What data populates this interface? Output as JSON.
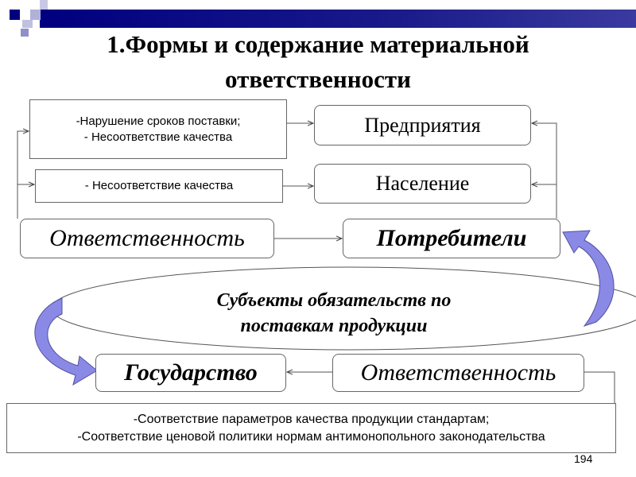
{
  "title": {
    "line1": "1.Формы и содержание материальной",
    "line2": "ответственности"
  },
  "boxes": {
    "violations_enterprises": {
      "line1": "-Нарушение сроков поставки;",
      "line2": "- Несоответствие качества"
    },
    "violations_population": "- Несоответствие качества",
    "enterprises": "Предприятия",
    "population": "Население",
    "responsibility_top": "Ответственность",
    "consumers": "Потребители",
    "subjects": {
      "line1": "Субъекты обязательств по",
      "line2": "поставкам продукции"
    },
    "state": "Государство",
    "responsibility_bottom": "Ответственность",
    "compliance": {
      "line1": "-Соответствие параметров качества продукции стандартам;",
      "line2": "-Соответствие ценовой политики нормам антимонопольного законодательства"
    }
  },
  "page_number": "194",
  "colors": {
    "bar": "#000080",
    "curved_arrow": "#8080e0"
  }
}
